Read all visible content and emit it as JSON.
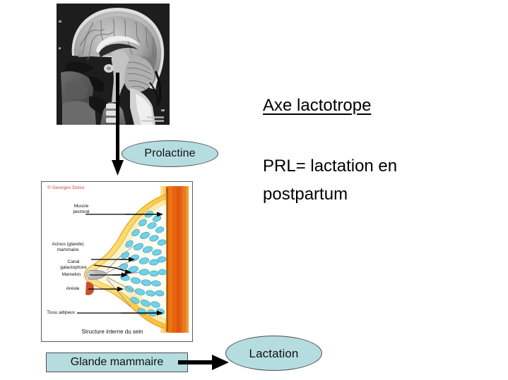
{
  "slide": {
    "title": "Axe lactotrope",
    "body": "PRL= lactation en postpartum"
  },
  "diagram": {
    "nodes": {
      "prolactine": "Prolactine",
      "glande_mammaire": "Glande mammaire",
      "lactation": "Lactation"
    },
    "colors": {
      "node_fill": "#b5dde0",
      "node_border": "#4d4d4d",
      "arrow": "#000000",
      "credit_text": "#c33a2e"
    },
    "arrows": [
      {
        "name": "mri-to-prolactine-to-gland",
        "direction": "down"
      },
      {
        "name": "gland-to-lactation",
        "direction": "right"
      }
    ]
  },
  "mri": {
    "caption": "sagittal-brain-mri",
    "description": "Midsagittal T1 MRI of the head showing cerebrum, corpus callosum, brainstem and cerebellum"
  },
  "breast_figure": {
    "credit": "© Georges Dolisi",
    "caption": "Structure interne du sein",
    "labels": [
      {
        "id": "muscle-pectoral",
        "lines": [
          "Muscle",
          "pectoral"
        ]
      },
      {
        "id": "acinus",
        "lines": [
          "Acinus (glande)",
          "mammaire"
        ]
      },
      {
        "id": "canal-galactophore",
        "lines": [
          "Canal",
          "galactophore"
        ]
      },
      {
        "id": "mamelon",
        "lines": [
          "Mamelon"
        ]
      },
      {
        "id": "areole",
        "lines": [
          "Aréole"
        ]
      },
      {
        "id": "tissu-adipeux",
        "lines": [
          "Tissu adipeux"
        ]
      }
    ]
  }
}
